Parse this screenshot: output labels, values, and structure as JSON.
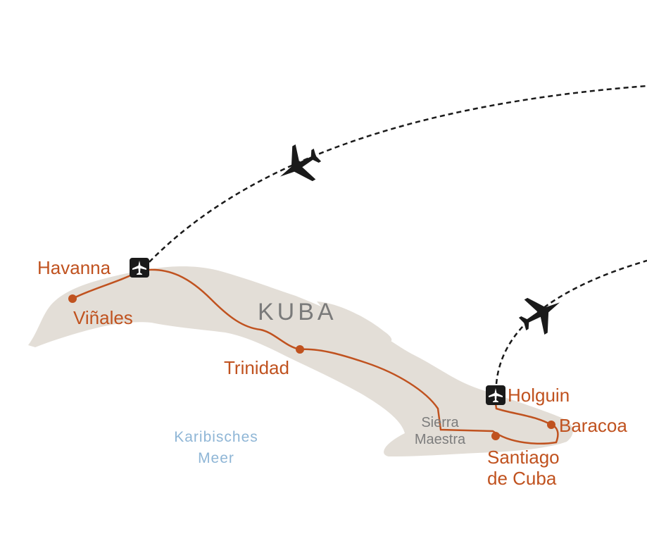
{
  "map": {
    "country_label": "KUBA",
    "sea_label": [
      "Karibisches",
      "Meer"
    ],
    "mountain_label": [
      "Sierra",
      "Maestra"
    ],
    "cities": [
      "Havanna",
      "Viñales",
      "Trinidad",
      "Holguin",
      "Baracoa",
      "Santiago",
      "de Cuba"
    ],
    "airports": [
      "Havanna",
      "Holguin"
    ],
    "icons": [
      "airport-icon",
      "airplane-icon",
      "route-stop-dot"
    ],
    "colors": {
      "route": "#c0521f",
      "land": "#e3ded7",
      "flight": "#1a1a1a",
      "sea_text": "#8fb6d6"
    }
  }
}
